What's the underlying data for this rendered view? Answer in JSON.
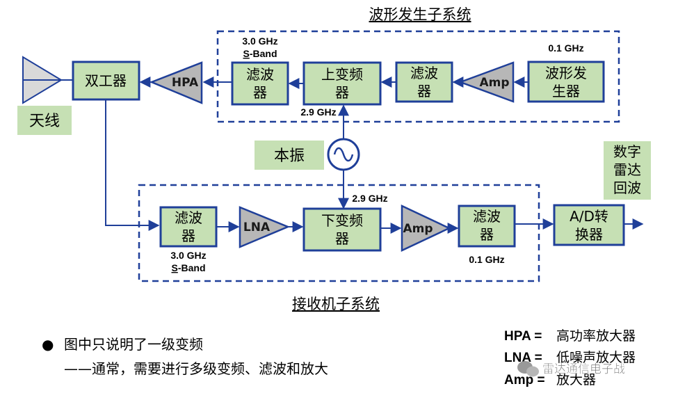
{
  "transmit_title": "波形发生子系统",
  "receive_title": "接收机子系统",
  "antenna": {
    "label": "天线"
  },
  "duplexer": {
    "label": "双工器"
  },
  "hpa": {
    "label": "HPA"
  },
  "tx_filter": {
    "label1": "滤波",
    "label2": "器",
    "freq": "3.0 GHz",
    "band_prefix": "S",
    "band_rest": "-Band"
  },
  "upconverter": {
    "label1": "上变频",
    "label2": "器",
    "freq": "2.9 GHz"
  },
  "tx_filter2": {
    "label1": "滤波",
    "label2": "器"
  },
  "tx_amp": {
    "label": "Amp"
  },
  "waveform_gen": {
    "label1": "波形发",
    "label2": "生器",
    "freq": "0.1 GHz"
  },
  "local_osc": {
    "label": "本振",
    "freq": "2.9 GHz"
  },
  "rx_filter": {
    "label1": "滤波",
    "label2": "器",
    "freq": "3.0 GHz",
    "band_prefix": "S",
    "band_rest": "-Band"
  },
  "lna": {
    "label": "LNA"
  },
  "downconverter": {
    "label1": "下变频",
    "label2": "器"
  },
  "rx_amp": {
    "label": "Amp"
  },
  "rx_filter2": {
    "label1": "滤波",
    "label2": "器",
    "freq": "0.1 GHz"
  },
  "adc": {
    "label1": "A/D转",
    "label2": "换器"
  },
  "digital_echo": {
    "line1": "数字",
    "line2": "雷达",
    "line3": "回波"
  },
  "notes": {
    "bullet": "●",
    "line1": "图中只说明了一级变频",
    "line2": "——通常，需要进行多级变频、滤波和放大"
  },
  "legend": {
    "hpa_key": "HPA =",
    "hpa_val": "高功率放大器",
    "lna_key": "LNA =",
    "lna_val": "低噪声放大器",
    "amp_key": "Amp =",
    "amp_val": "放大器"
  },
  "watermark": "雷达通信电子战",
  "colors": {
    "line": "#1f3f99",
    "block_fill": "#c6e0b4",
    "amp_fill": "#b7b7b7"
  }
}
